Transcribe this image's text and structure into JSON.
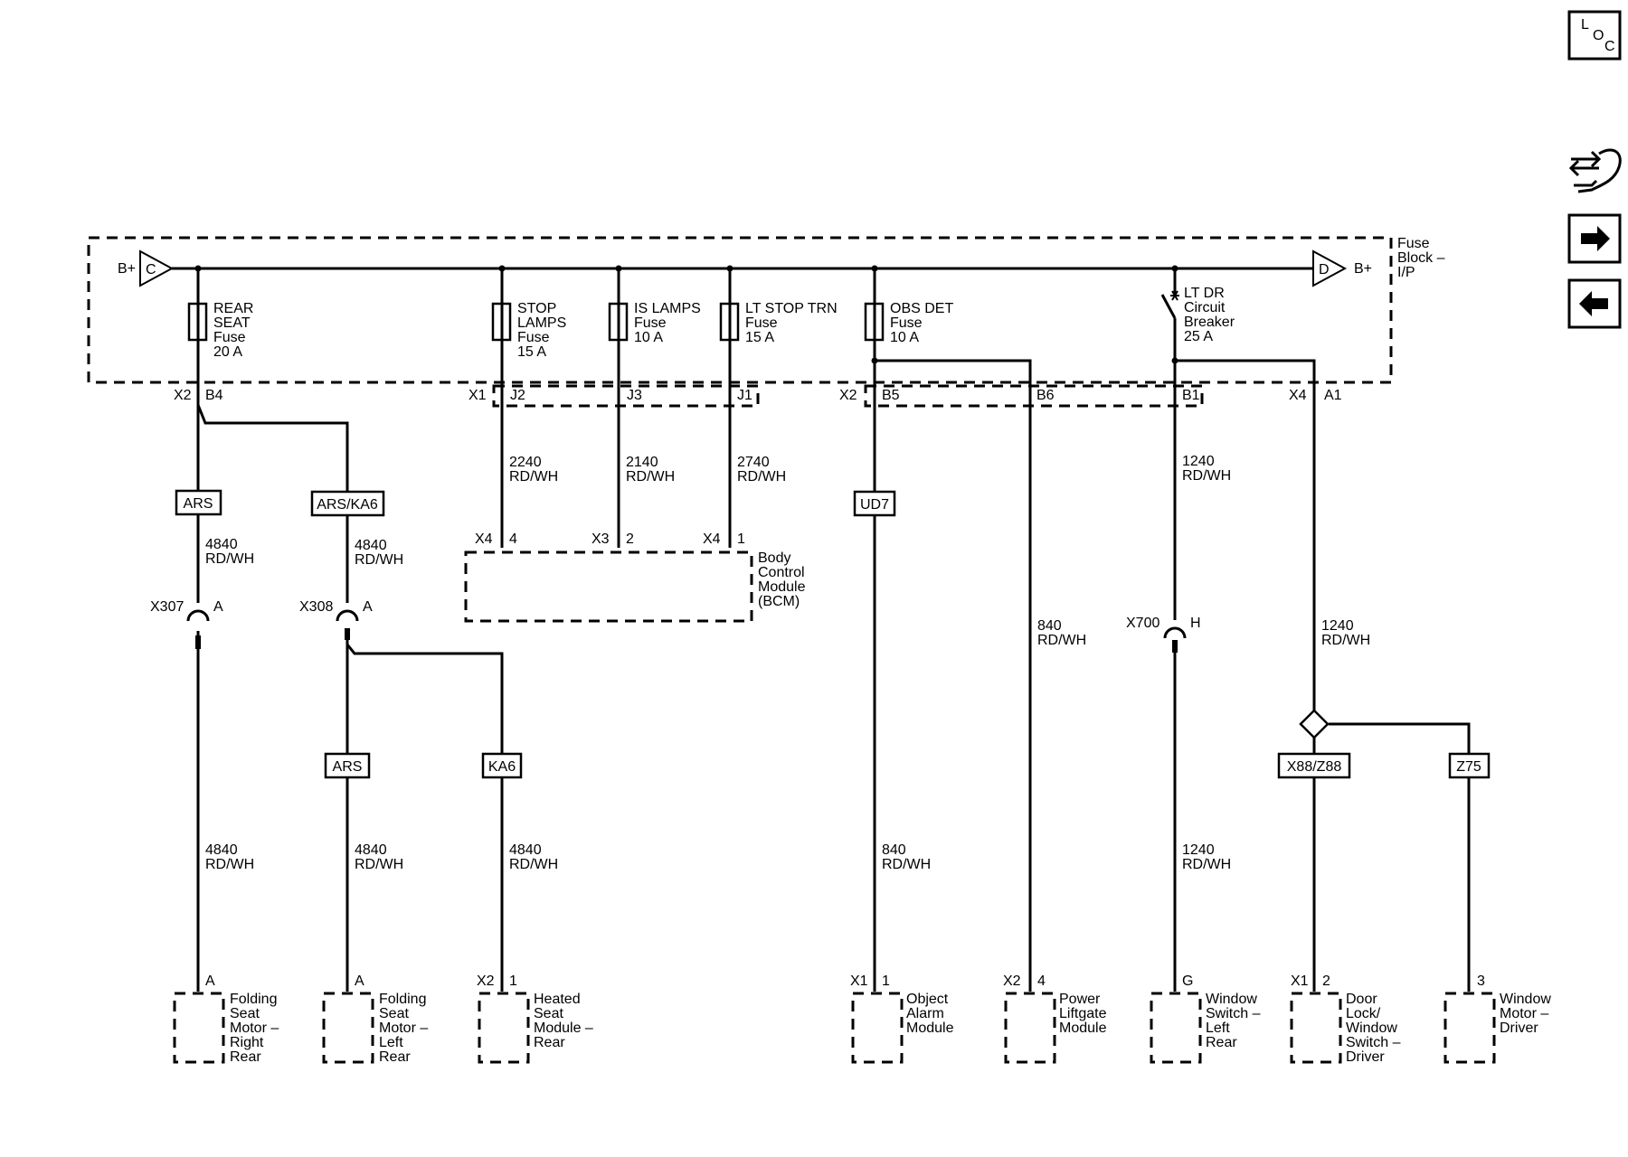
{
  "nav": {
    "loc": {
      "l": "L",
      "o": "O",
      "c": "C"
    },
    "icons": [
      "service-tool-icon",
      "arrow-right-icon",
      "arrow-left-icon"
    ]
  },
  "fuse_block": {
    "label": [
      "Fuse",
      "Block –",
      "I/P"
    ],
    "bplus_c": "B+",
    "c": "C",
    "bplus_d": "B+",
    "d": "D"
  },
  "fuses": {
    "rear_seat": [
      "REAR",
      "SEAT",
      "Fuse",
      "20 A"
    ],
    "stop_lamps": [
      "STOP",
      "LAMPS",
      "Fuse",
      "15 A"
    ],
    "is_lamps": [
      "IS LAMPS",
      "Fuse",
      "10 A"
    ],
    "lt_stop_trn": [
      "LT STOP TRN",
      "Fuse",
      "15 A"
    ],
    "obs_det": [
      "OBS DET",
      "Fuse",
      "10 A"
    ],
    "lt_dr_cb": [
      "LT DR",
      "Circuit",
      "Breaker",
      "25 A"
    ]
  },
  "connectors": {
    "x2_b4": [
      "X2",
      "B4"
    ],
    "x1_j2": [
      "X1",
      "J2"
    ],
    "j3": "J3",
    "j1": "J1",
    "x2_b5": [
      "X2",
      "B5"
    ],
    "b6": "B6",
    "b1": "B1",
    "x4_a1": [
      "X4",
      "A1"
    ],
    "x4_4": [
      "X4",
      "4"
    ],
    "x3_2": [
      "X3",
      "2"
    ],
    "x4_1": [
      "X4",
      "1"
    ],
    "x307": [
      "X307",
      "A"
    ],
    "x308": [
      "X308",
      "A"
    ],
    "x700": [
      "X700",
      "H"
    ]
  },
  "options": {
    "ars1": "ARS",
    "ars_ka6": "ARS/KA6",
    "ud7": "UD7",
    "ars2": "ARS",
    "ka6": "KA6",
    "x88_z88": "X88/Z88",
    "z75": "Z75"
  },
  "wires": {
    "w4840_a": [
      "4840",
      "RD/WH"
    ],
    "w4840_b": [
      "4840",
      "RD/WH"
    ],
    "w2240": [
      "2240",
      "RD/WH"
    ],
    "w2140": [
      "2140",
      "RD/WH"
    ],
    "w2740": [
      "2740",
      "RD/WH"
    ],
    "w1240_a": [
      "1240",
      "RD/WH"
    ],
    "w840_a": [
      "840",
      "RD/WH"
    ],
    "w1240_b": [
      "1240",
      "RD/WH"
    ],
    "w4840_c": [
      "4840",
      "RD/WH"
    ],
    "w4840_d": [
      "4840",
      "RD/WH"
    ],
    "w4840_e": [
      "4840",
      "RD/WH"
    ],
    "w840_b": [
      "840",
      "RD/WH"
    ],
    "w1240_c": [
      "1240",
      "RD/WH"
    ]
  },
  "bcm": [
    "Body",
    "Control",
    "Module",
    "(BCM)"
  ],
  "components": {
    "folding_right": {
      "pin": "A",
      "label": [
        "Folding",
        "Seat",
        "Motor –",
        "Right",
        "Rear"
      ]
    },
    "folding_left": {
      "pin": "A",
      "label": [
        "Folding",
        "Seat",
        "Motor –",
        "Left",
        "Rear"
      ]
    },
    "heated_seat": {
      "conn": "X2",
      "pin": "1",
      "label": [
        "Heated",
        "Seat",
        "Module –",
        "Rear"
      ]
    },
    "object_alarm": {
      "conn": "X1",
      "pin": "1",
      "label": [
        "Object",
        "Alarm",
        "Module"
      ]
    },
    "liftgate": {
      "conn": "X2",
      "pin": "4",
      "label": [
        "Power",
        "Liftgate",
        "Module"
      ]
    },
    "window_sw_lr": {
      "pin": "G",
      "label": [
        "Window",
        "Switch –",
        "Left",
        "Rear"
      ]
    },
    "door_lock_sw": {
      "conn": "X1",
      "pin": "2",
      "label": [
        "Door",
        "Lock/",
        "Window",
        "Switch –",
        "Driver"
      ]
    },
    "window_motor": {
      "pin": "3",
      "label": [
        "Window",
        "Motor –",
        "Driver"
      ]
    }
  }
}
